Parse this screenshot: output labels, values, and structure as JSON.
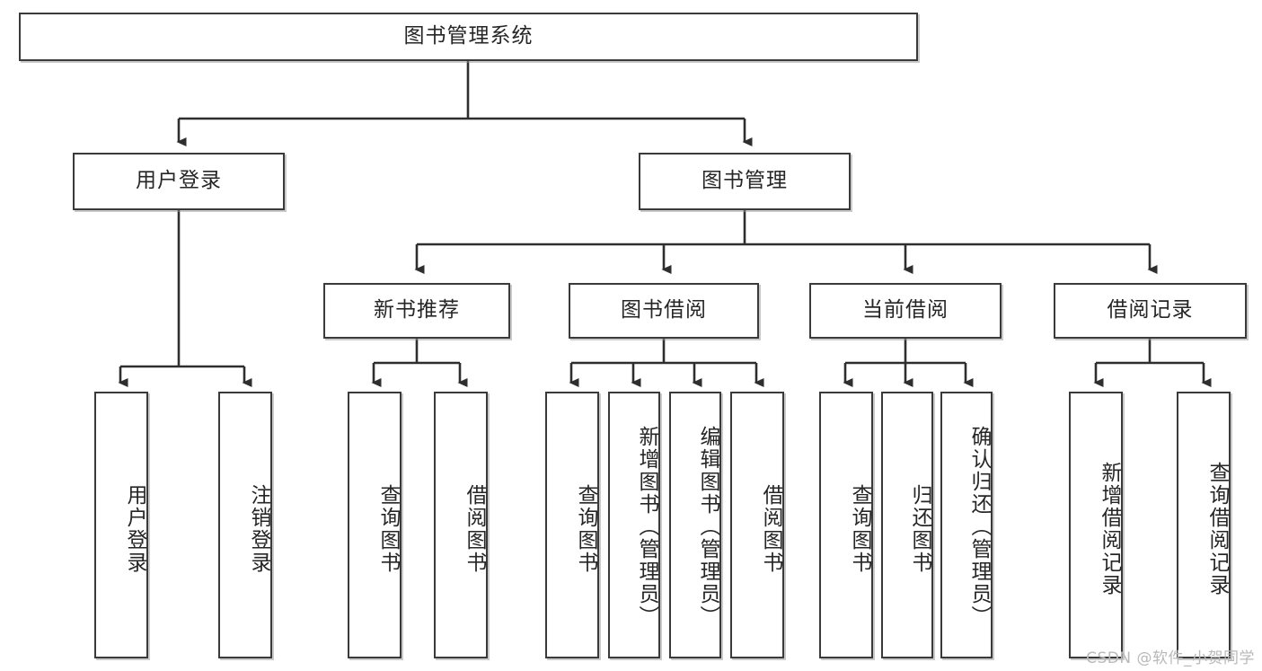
{
  "diagram": {
    "title": "图书管理系统",
    "type": "tree-hierarchy-chart",
    "root": {
      "id": "root",
      "label": "图书管理系统"
    },
    "level2": [
      {
        "id": "user-login",
        "label": "用户登录"
      },
      {
        "id": "book-manage",
        "label": "图书管理"
      }
    ],
    "level3": [
      {
        "id": "new-book-recommend",
        "label": "新书推荐"
      },
      {
        "id": "book-borrow",
        "label": "图书借阅"
      },
      {
        "id": "current-borrow",
        "label": "当前借阅"
      },
      {
        "id": "borrow-record",
        "label": "借阅记录"
      }
    ],
    "leaves": {
      "user_login": [
        {
          "id": "leaf-user-login",
          "label": "用户登录"
        },
        {
          "id": "leaf-logout",
          "label": "注销登录"
        }
      ],
      "new_book_recommend": [
        {
          "id": "leaf-query-book-1",
          "label": "查询图书"
        },
        {
          "id": "leaf-borrow-book-1",
          "label": "借阅图书"
        }
      ],
      "book_borrow": [
        {
          "id": "leaf-query-book-2",
          "label": "查询图书"
        },
        {
          "id": "leaf-add-book",
          "label": "新增图书（管理员）"
        },
        {
          "id": "leaf-edit-book",
          "label": "编辑图书（管理员）"
        },
        {
          "id": "leaf-borrow-book-2",
          "label": "借阅图书"
        }
      ],
      "current_borrow": [
        {
          "id": "leaf-query-book-3",
          "label": "查询图书"
        },
        {
          "id": "leaf-return-book",
          "label": "归还图书"
        },
        {
          "id": "leaf-confirm-return",
          "label": "确认归还（管理员）"
        }
      ],
      "borrow_record": [
        {
          "id": "leaf-add-record",
          "label": "新增借阅记录"
        },
        {
          "id": "leaf-query-record",
          "label": "查询借阅记录"
        }
      ]
    }
  },
  "watermark": {
    "text": "CSDN @软件_小贺同学"
  },
  "colors": {
    "box_border": "#3a3a3a",
    "box_fill": "#ffffff",
    "line": "#2e2e2e",
    "text": "#262626",
    "watermark": "#b9b9b9",
    "background": "#ffffff"
  }
}
